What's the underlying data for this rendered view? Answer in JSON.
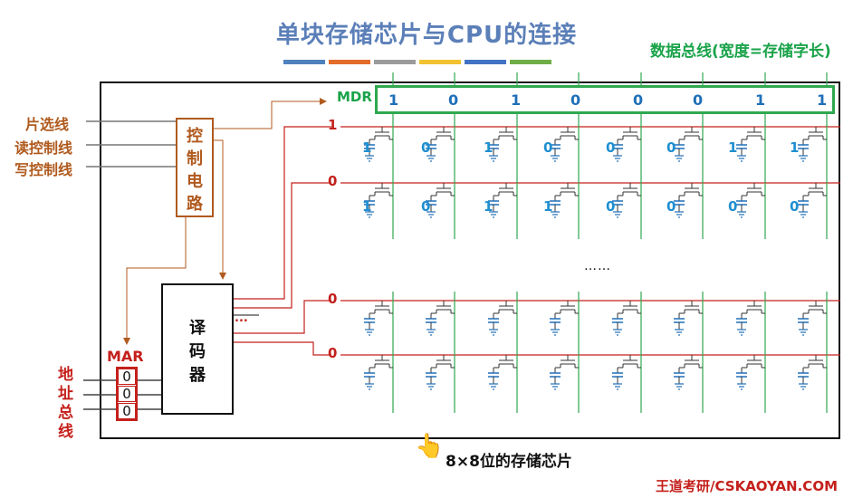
{
  "title": "单块存储芯片与CPU的连接",
  "title_bar_colors": [
    "#4f81bd",
    "#e46c2a",
    "#9b9b9b",
    "#f2c230",
    "#4372c4",
    "#70ad47"
  ],
  "data_bus_label": "数据总线(宽度=存储字长)",
  "left_labels": {
    "chip_select": "片选线",
    "read_ctrl": "读控制线",
    "write_ctrl": "写控制线"
  },
  "control_circuit": [
    "控",
    "制",
    "电",
    "路"
  ],
  "decoder": [
    "译",
    "码",
    "器"
  ],
  "decoder_ellipsis": "...",
  "mar": {
    "label": "MAR",
    "bits": [
      "0",
      "0",
      "0"
    ]
  },
  "address_bus_label": [
    "地",
    "址",
    "总",
    "线"
  ],
  "mdr": {
    "label": "MDR",
    "bits": [
      "1",
      "0",
      "1",
      "0",
      "0",
      "0",
      "1",
      "1"
    ]
  },
  "rows": [
    {
      "select": "1",
      "values": [
        "1",
        "0",
        "1",
        "0",
        "0",
        "0",
        "1",
        "1"
      ]
    },
    {
      "select": "0",
      "values": [
        "1",
        "0",
        "1",
        "1",
        "0",
        "0",
        "0",
        "0"
      ]
    },
    {
      "select": "0",
      "values": [
        "",
        "",
        "",
        "",
        "",
        "",
        "",
        ""
      ]
    },
    {
      "select": "0",
      "values": [
        "",
        "",
        "",
        "",
        "",
        "",
        "",
        ""
      ]
    }
  ],
  "ellipsis": "……",
  "caption": "8×8位的存储芯片",
  "watermark": "王道考研/CSKAOYAN.COM",
  "colors": {
    "orange": "#b05a1e",
    "red": "#c4201b",
    "green": "#2fa84f",
    "blue": "#1f8fd0",
    "title_blue": "#5b7fb8"
  }
}
